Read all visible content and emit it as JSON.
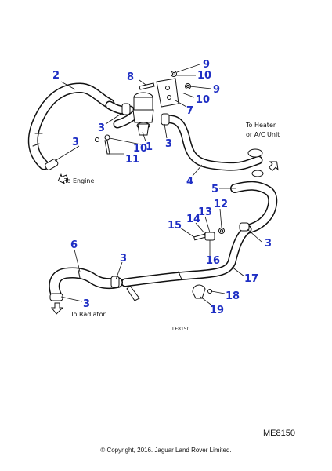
{
  "diagram": {
    "callouts": [
      {
        "id": "c-9a",
        "text": "9"
      },
      {
        "id": "c-10a",
        "text": "10"
      },
      {
        "id": "c-8",
        "text": "8"
      },
      {
        "id": "c-2",
        "text": "2"
      },
      {
        "id": "c-9b",
        "text": "9"
      },
      {
        "id": "c-10b",
        "text": "10"
      },
      {
        "id": "c-7",
        "text": "7"
      },
      {
        "id": "c-3a",
        "text": "3"
      },
      {
        "id": "c-1",
        "text": "1"
      },
      {
        "id": "c-3b",
        "text": "3"
      },
      {
        "id": "c-3c",
        "text": "3"
      },
      {
        "id": "c-10c",
        "text": "10"
      },
      {
        "id": "c-11",
        "text": "11"
      },
      {
        "id": "c-4",
        "text": "4"
      },
      {
        "id": "c-5",
        "text": "5"
      },
      {
        "id": "c-12",
        "text": "12"
      },
      {
        "id": "c-13",
        "text": "13"
      },
      {
        "id": "c-14",
        "text": "14"
      },
      {
        "id": "c-15",
        "text": "15"
      },
      {
        "id": "c-3d",
        "text": "3"
      },
      {
        "id": "c-6",
        "text": "6"
      },
      {
        "id": "c-3e",
        "text": "3"
      },
      {
        "id": "c-16",
        "text": "16"
      },
      {
        "id": "c-17",
        "text": "17"
      },
      {
        "id": "c-18",
        "text": "18"
      },
      {
        "id": "c-3f",
        "text": "3"
      },
      {
        "id": "c-19",
        "text": "19"
      }
    ],
    "notes": {
      "to_heater_line1": "To Heater",
      "to_heater_line2": "or A/C Unit",
      "to_engine": "To Engine",
      "to_radiator": "To Radiator",
      "figure_code": "LE8150"
    },
    "colors": {
      "callout": "#1f2fc4",
      "line": "#111111"
    }
  },
  "footer": {
    "code": "ME8150",
    "copyright": "© Copyright, 2016. Jaguar Land Rover Limited."
  }
}
